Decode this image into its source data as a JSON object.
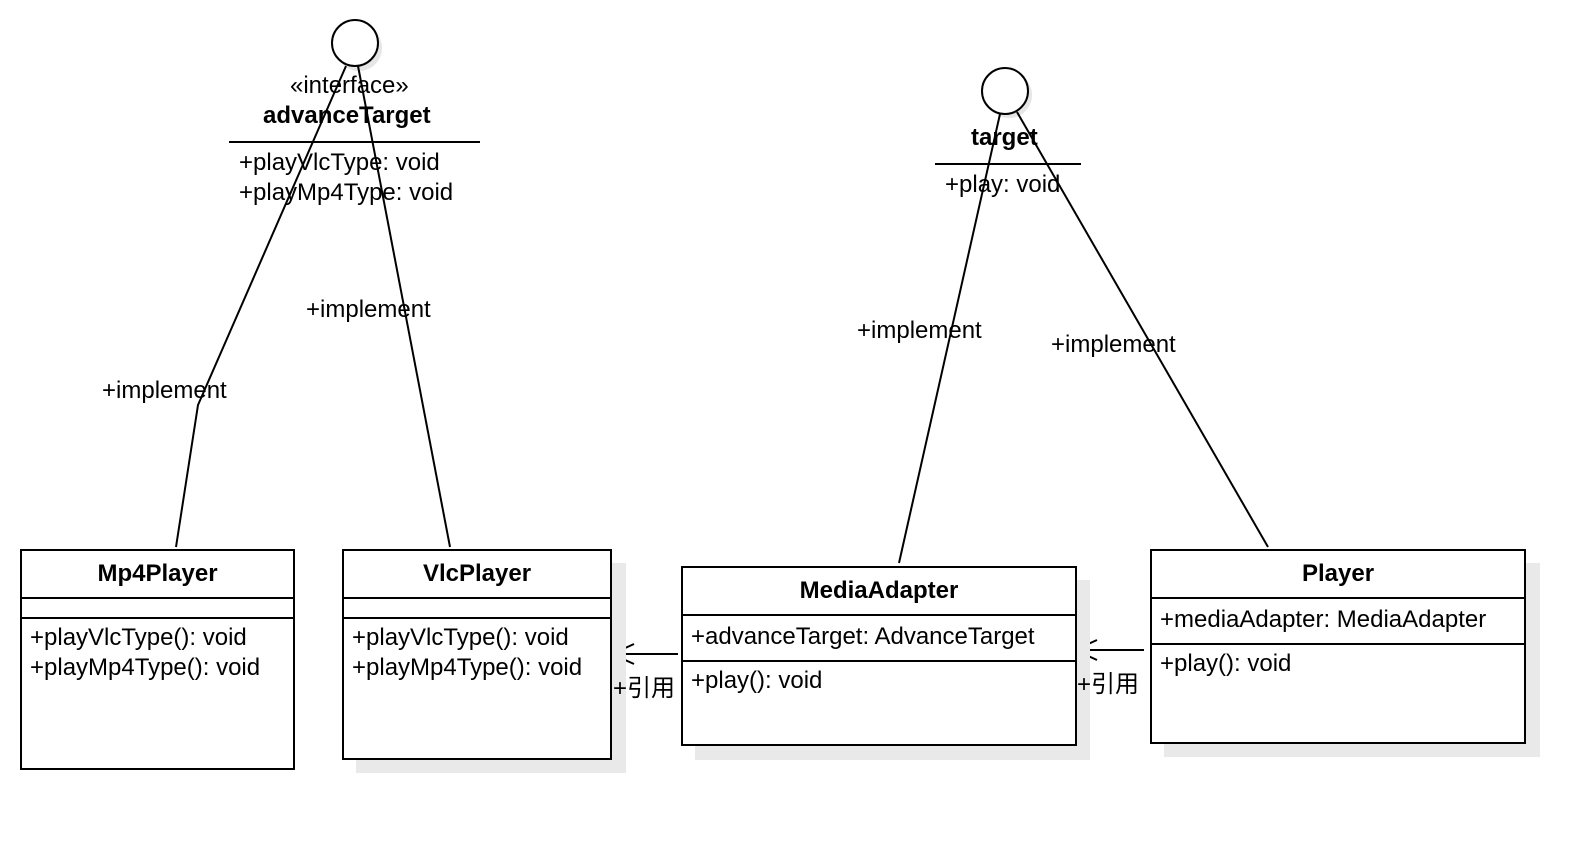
{
  "interfaces": {
    "advance_target": {
      "stereotype": "«interface»",
      "name": "advanceTarget",
      "members": [
        "+playVlcType: void",
        "+playMp4Type: void"
      ]
    },
    "target": {
      "name": "target",
      "members": [
        "+play: void"
      ]
    }
  },
  "classes": {
    "mp4player": {
      "name": "Mp4Player",
      "attributes": [],
      "operations": [
        "+playVlcType(): void",
        "+playMp4Type(): void"
      ]
    },
    "vlcplayer": {
      "name": "VlcPlayer",
      "attributes": [],
      "operations": [
        "+playVlcType(): void",
        "+playMp4Type(): void"
      ]
    },
    "mediaadapter": {
      "name": "MediaAdapter",
      "attributes": [
        "+advanceTarget: AdvanceTarget"
      ],
      "operations": [
        "+play(): void"
      ]
    },
    "player": {
      "name": "Player",
      "attributes": [
        "+mediaAdapter: MediaAdapter"
      ],
      "operations": [
        "+play(): void"
      ]
    }
  },
  "relations": {
    "mp4_implement": "+implement",
    "vlc_implement": "+implement",
    "adapter_implement": "+implement",
    "player_implement": "+implement",
    "adapter_ref": "+引用",
    "player_ref": "+引用"
  }
}
